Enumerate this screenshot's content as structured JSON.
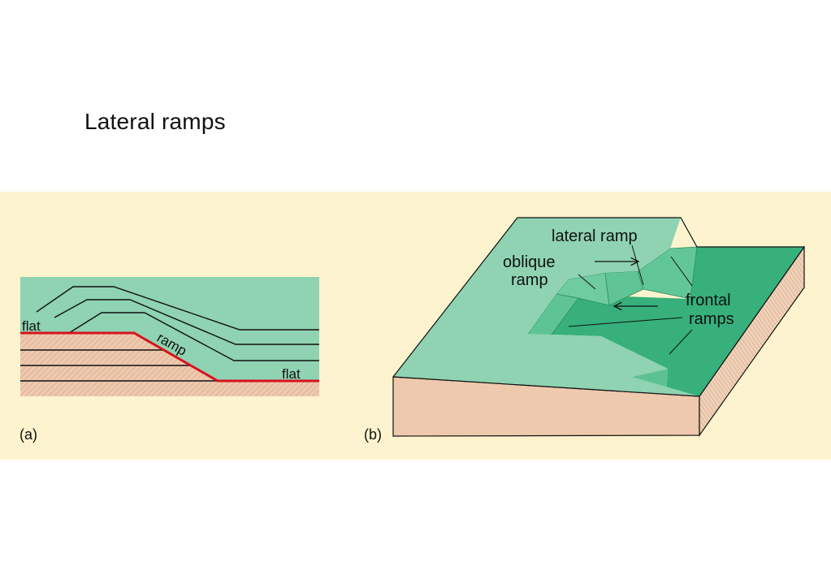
{
  "title": "Lateral ramps",
  "colors": {
    "panel_background": "#fdf4cf",
    "green_surface": "#8fd3b2",
    "green_dark": "#37b07c",
    "sediment": "#eec9ad",
    "fault": "#d8121e",
    "line": "#111111"
  },
  "panel_a": {
    "tag": "(a)",
    "labels": {
      "flat_upper": "flat",
      "ramp": "ramp",
      "flat_lower": "flat"
    }
  },
  "panel_b": {
    "tag": "(b)",
    "labels": {
      "lateral_ramp": "lateral ramp",
      "oblique_line1": "oblique",
      "oblique_line2": "ramp",
      "frontal_line1": "frontal",
      "frontal_line2": "ramps"
    }
  }
}
